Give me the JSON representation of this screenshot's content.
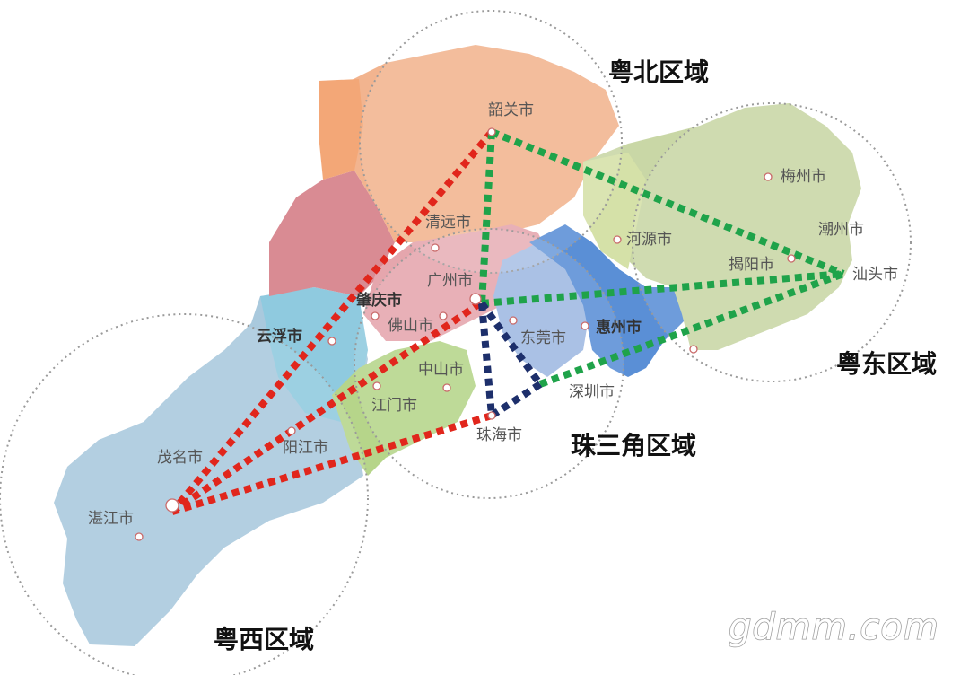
{
  "regions": {
    "north": {
      "label": "粤北区域",
      "color": "#f2b48f"
    },
    "east": {
      "label": "粤东区域",
      "color": "#c9d7a6"
    },
    "west": {
      "label": "粤西区域",
      "color": "#a9c9dd"
    },
    "delta": {
      "label": "珠三角区域",
      "color": "#e5a6ad"
    }
  },
  "cities": {
    "shaoguan": "韶关市",
    "qingyuan": "清远市",
    "guangzhou": "广州市",
    "zhaoqing": "肇庆市",
    "foshan": "佛山市",
    "yunfu": "云浮市",
    "dongguan": "东莞市",
    "huizhou": "惠州市",
    "zhongshan": "中山市",
    "jiangmen": "江门市",
    "shenzhen": "深圳市",
    "zhuhai": "珠海市",
    "yangjiang": "阳江市",
    "maoming": "茂名市",
    "zhanjiang": "湛江市",
    "heyuan": "河源市",
    "meizhou": "梅州市",
    "chaozhou": "潮州市",
    "jieyang": "揭阳市",
    "shantou": "汕头市"
  },
  "connectors": {
    "red": "#e1261c",
    "green": "#1fa34a",
    "navy": "#1d2f6b"
  },
  "watermark": "gdmm.com"
}
